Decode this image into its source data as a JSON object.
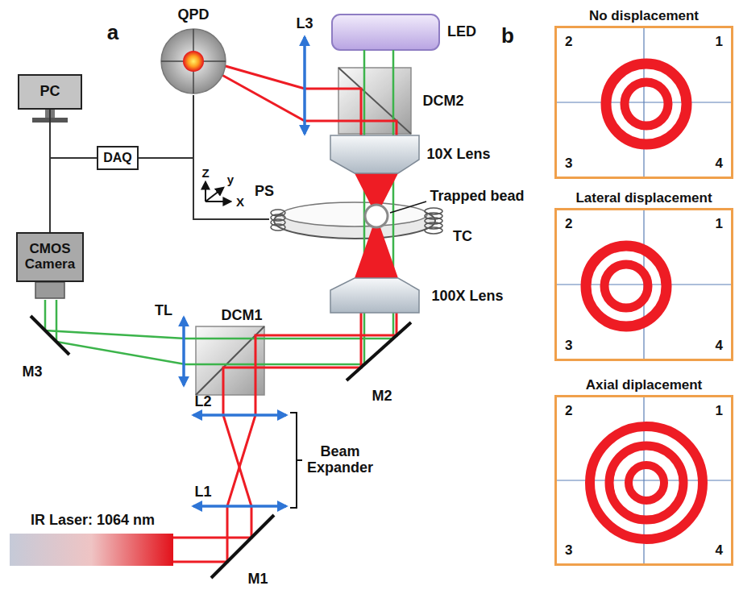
{
  "diagram": {
    "nodes": [
      {
        "text": [
          "PC"
        ]
      },
      {
        "text": [
          "QPD"
        ]
      },
      {
        "text": [
          "DAQ"
        ]
      },
      {
        "text": [
          "CMOS Camera"
        ]
      },
      {
        "text": [
          "No displacement",
          "2",
          "1",
          "3",
          "4"
        ]
      },
      {
        "text": [
          "Lateral displacement",
          "2",
          "1",
          "3",
          "4"
        ]
      },
      {
        "text": [
          "Axial diplacement",
          "2",
          "1",
          "3",
          "4"
        ]
      }
    ],
    "edges": [
      {
        "from": 0,
        "to": 2,
        "arrow": "none"
      },
      {
        "from": 0,
        "to": 3,
        "arrow": "none"
      },
      {
        "from": 1,
        "to": 2,
        "arrow": "none"
      }
    ],
    "labels": [
      "a",
      "LED",
      "L3",
      "DCM2",
      "10X Lens",
      "Trapped bead",
      "PS",
      "TC",
      "Z",
      "y",
      "X",
      "100X Lens",
      "TL",
      "DCM1",
      "M3",
      "M2",
      "L2",
      "L1",
      "Beam Expander",
      "IR Laser: 1064 nm",
      "M1",
      "b"
    ]
  }
}
